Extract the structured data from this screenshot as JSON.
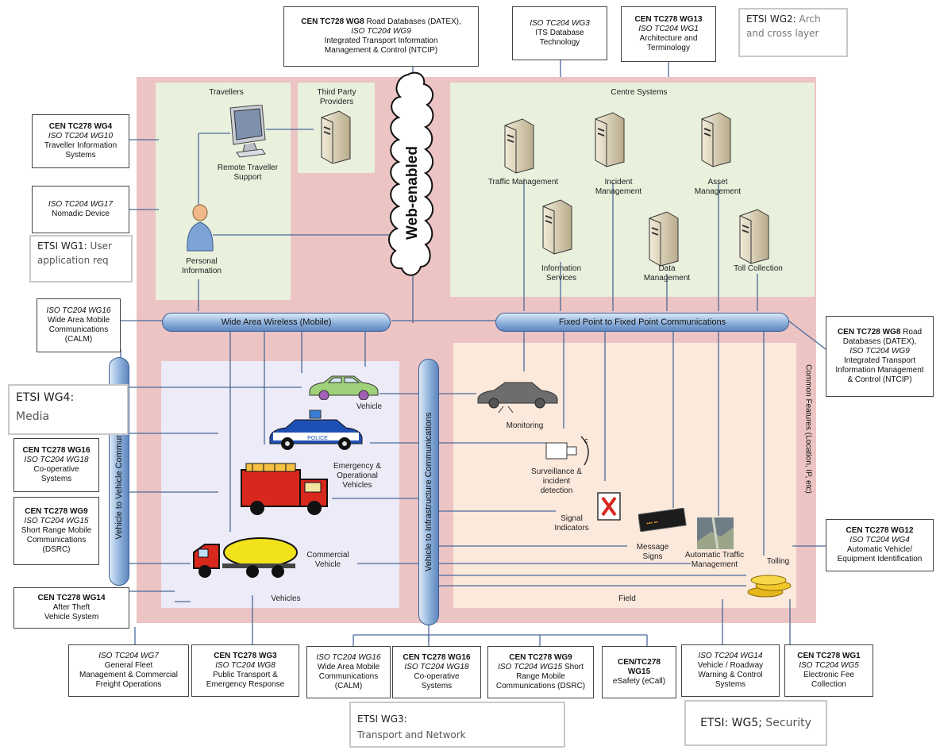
{
  "cloud_label": "Web-enabled",
  "zones": {
    "travellers": "Travellers",
    "third_party": "Third Party Providers",
    "centre_systems": "Centre Systems",
    "vehicles": "Vehicles",
    "field": "Field",
    "common_features": "Common Features (Location, IP, etc)"
  },
  "nodes": {
    "remote_traveller_support": "Remote Traveller Support",
    "personal_information": "Personal Information",
    "traffic_management": "Traffic Management",
    "incident_management": "Incident Management",
    "asset_management": "Asset Management",
    "information_services": "Information Services",
    "data_management": "Data Management",
    "toll_collection": "Toll Collection",
    "vehicle": "Vehicle",
    "emergency_vehicles": "Emergency & Operational Vehicles",
    "commercial_vehicle": "Commercial Vehicle",
    "police": "POLICE",
    "monitoring": "Monitoring",
    "surveillance": "Surveillance & incident detection",
    "signal_indicators": "Signal Indicators",
    "message_signs": "Message Signs",
    "automatic_traffic_management": "Automatic Traffic Management",
    "tolling": "Tolling"
  },
  "pipes": {
    "wide_area_wireless": "Wide Area Wireless (Mobile)",
    "fixed_point": "Fixed Point to Fixed Point Communications",
    "v2v": "Vehicle to Vehicle Communications",
    "v2i": "Vehicle to Infrastructure Communications"
  },
  "boxes": {
    "top_datex": [
      "CEN TC728 WG8",
      " Road Databases (DATEX),",
      "ISO TC204 WG9",
      "Integrated Transport Information",
      "Management & Control (NTCIP)"
    ],
    "top_wg3": [
      "ISO TC204 WG3",
      "ITS Database",
      "Technology"
    ],
    "top_wg13": [
      "CEN TC278 WG13",
      "ISO TC204 WG1",
      "Architecture and",
      "Terminology"
    ],
    "left_wg4": [
      "CEN TC278 WG4",
      "ISO TC204 WG10",
      "Traveller Information",
      "Systems"
    ],
    "left_wg17": [
      "ISO TC204 WG17",
      "Nomadic Device"
    ],
    "left_wg16": [
      "ISO TC204 WG16",
      "Wide Area Mobile",
      "Communications",
      "(CALM)"
    ],
    "left_coop": [
      "CEN TC278 WG16",
      "ISO TC204 WG18",
      "Co-operative",
      "Systems"
    ],
    "left_dsrc": [
      "CEN TC278 WG9",
      "ISO TC204 WG15",
      "Short Range Mobile",
      "Communications",
      "(DSRC)"
    ],
    "left_theft": [
      "CEN TC278 WG14",
      "After Theft",
      "Vehicle System"
    ],
    "right_datex": [
      "CEN TC728 WG8",
      " Road",
      "Databases (DATEX),",
      "ISO TC204 WG9",
      "Integrated Transport",
      "Information Management",
      "& Control (NTCIP)"
    ],
    "right_avi": [
      "CEN TC278 WG12",
      "ISO TC204 WG4",
      "Automatic Vehicle/",
      "Equipment Identification"
    ],
    "bot_fleet": [
      "ISO TC204 WG7",
      "General Fleet",
      "Management & Commercial",
      "Freight Operations"
    ],
    "bot_public": [
      "CEN TC278 WG3",
      "ISO TC204 WG8",
      "Public Transport &",
      "Emergency Response"
    ],
    "bot_calm": [
      "ISO TC204 WG16",
      "Wide Area Mobile",
      "Communications",
      "(CALM)"
    ],
    "bot_coop": [
      "CEN TC278 WG16",
      "ISO TC204 WG18",
      "Co-operative",
      "Systems"
    ],
    "bot_dsrc": [
      "CEN TC278 WG9",
      "ISO TC204 WG15",
      " Short",
      "Range Mobile",
      "Communications (DSRC)"
    ],
    "bot_ecall": [
      "CEN/TC278",
      "WG15",
      "eSafety (eCall)"
    ],
    "bot_warning": [
      "ISO TC204 WG14",
      "Vehicle / Roadway",
      "Warning & Control",
      "Systems"
    ],
    "bot_fee": [
      "CEN TC278 WG1",
      "ISO TC204 WG5",
      "Electronic Fee",
      "Collection"
    ]
  },
  "etsi": {
    "wg2": {
      "head": "ETSI WG2:",
      "text": " Arch and cross layer"
    },
    "wg1": {
      "head": "ETSI WG1:",
      "text": " User application req"
    },
    "wg4": {
      "head": "ETSI WG4:",
      "text": " Media"
    },
    "wg3": {
      "head": "ETSI WG3:",
      "text": " Transport and Network"
    },
    "wg5": {
      "head": "ETSI: WG5;",
      "text": " Security"
    }
  },
  "colors": {
    "background": "#ecc4c4",
    "travellers_zone": "#e9f0dc",
    "vehicles_zone": "#ecebf7",
    "field_zone": "#fbe9dc",
    "pipe": "#8db0da",
    "connector": "#4a6a9a"
  }
}
